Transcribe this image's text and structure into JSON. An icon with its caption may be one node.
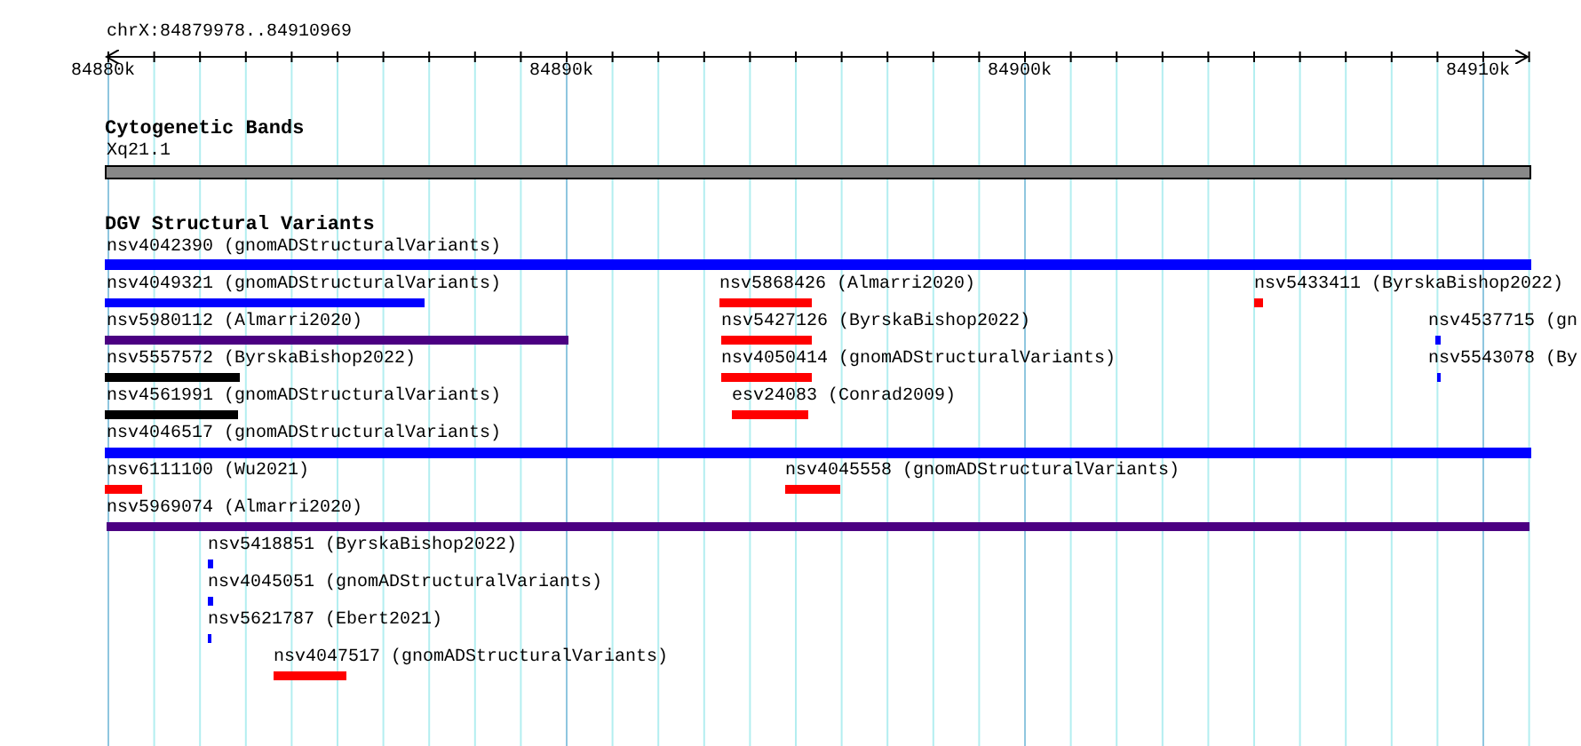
{
  "diagram": {
    "title": "chrX:84879978..84910969",
    "nodes": [
      {
        "text": [
          "Cytogenetic Bands"
        ]
      },
      {
        "text": [
          "Xq21.1"
        ],
        "in": 0
      },
      {
        "text": [
          "DGV Structural Variants"
        ]
      },
      {
        "text": [
          "nsv4042390 (gnomADStructuralVariants)"
        ],
        "in": 2
      },
      {
        "text": [
          "nsv4049321 (gnomADStructuralVariants)"
        ],
        "in": 2
      },
      {
        "text": [
          "nsv5868426 (Almarri2020)"
        ],
        "in": 2
      },
      {
        "text": [
          "nsv5433411 (ByrskaBishop2022)"
        ],
        "in": 2
      },
      {
        "text": [
          "nsv5980112 (Almarri2020)"
        ],
        "in": 2
      },
      {
        "text": [
          "nsv5427126 (ByrskaBishop2022)"
        ],
        "in": 2
      },
      {
        "text": [
          "nsv4537715 (gn"
        ],
        "in": 2
      },
      {
        "text": [
          "nsv5557572 (ByrskaBishop2022)"
        ],
        "in": 2
      },
      {
        "text": [
          "nsv4050414 (gnomADStructuralVariants)"
        ],
        "in": 2
      },
      {
        "text": [
          "nsv5543078 (By"
        ],
        "in": 2
      },
      {
        "text": [
          "nsv4561991 (gnomADStructuralVariants)"
        ],
        "in": 2
      },
      {
        "text": [
          "esv24083 (Conrad2009)"
        ],
        "in": 2
      },
      {
        "text": [
          "nsv4046517 (gnomADStructuralVariants)"
        ],
        "in": 2
      },
      {
        "text": [
          "nsv6111100 (Wu2021)"
        ],
        "in": 2
      },
      {
        "text": [
          "nsv4045558 (gnomADStructuralVariants)"
        ],
        "in": 2
      },
      {
        "text": [
          "nsv5969074 (Almarri2020)"
        ],
        "in": 2
      },
      {
        "text": [
          "nsv5418851 (ByrskaBishop2022)"
        ],
        "in": 2
      },
      {
        "text": [
          "nsv4045051 (gnomADStructuralVariants)"
        ],
        "in": 2
      },
      {
        "text": [
          "nsv5621787 (Ebert2021)"
        ],
        "in": 2
      },
      {
        "text": [
          "nsv4047517 (gnomADStructuralVariants)"
        ],
        "in": 2
      }
    ],
    "edges": [],
    "labels": [
      "84880k",
      "84890k",
      "84900k",
      "84910k"
    ]
  }
}
